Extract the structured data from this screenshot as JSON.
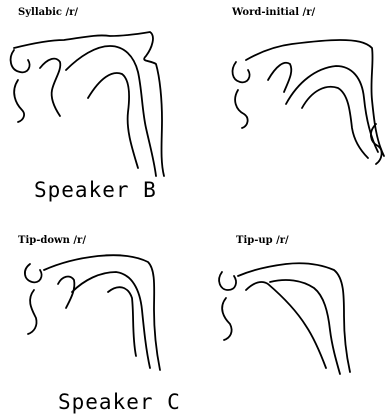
{
  "panels": {
    "syllabic": {
      "label": "Syllabic /r/"
    },
    "word_initial": {
      "label": "Word-initial /r/"
    },
    "tip_down": {
      "label": "Tip-down /r/"
    },
    "tip_up": {
      "label": "Tip-up /r/"
    }
  },
  "speakers": {
    "b": "Speaker B",
    "c": "Speaker C"
  }
}
